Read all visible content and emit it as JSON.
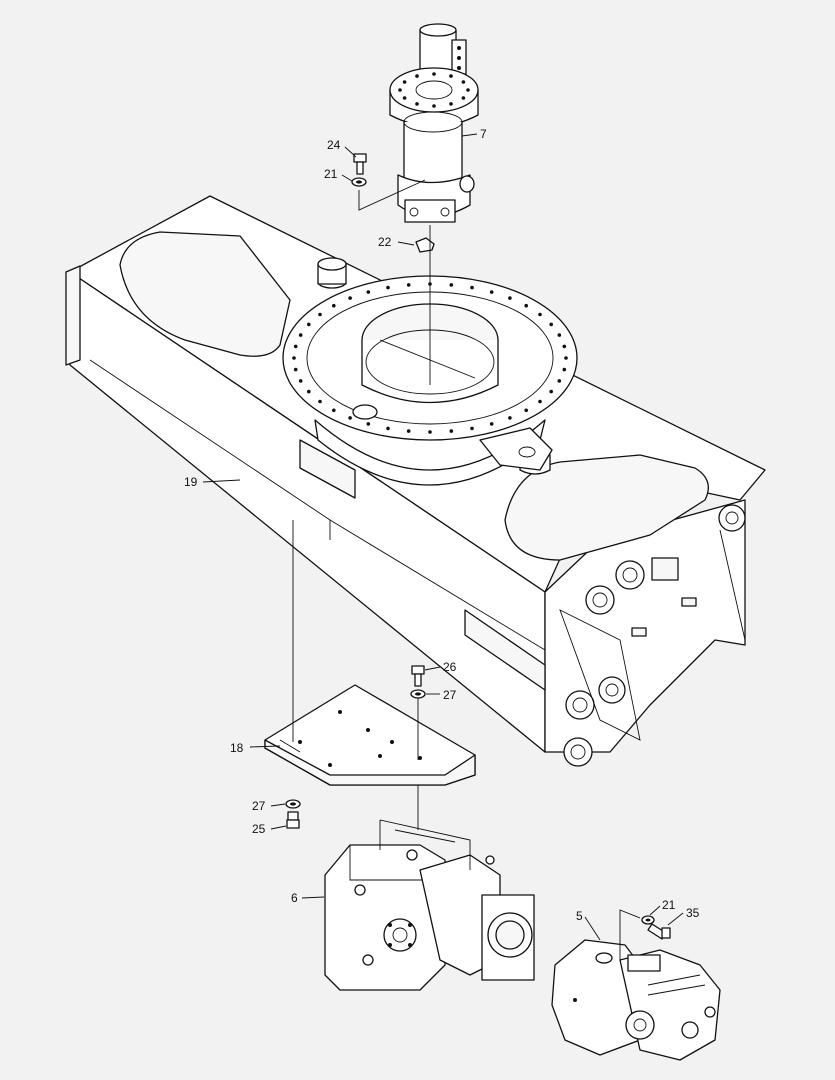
{
  "diagram": {
    "colors": {
      "background": "#f2f2f2",
      "line": "#111111",
      "fill": "#ffffff"
    },
    "callouts": [
      {
        "id": "c7",
        "text": "7"
      },
      {
        "id": "c24",
        "text": "24"
      },
      {
        "id": "c21a",
        "text": "21"
      },
      {
        "id": "c22",
        "text": "22"
      },
      {
        "id": "c19",
        "text": "19"
      },
      {
        "id": "c26",
        "text": "26"
      },
      {
        "id": "c27a",
        "text": "27"
      },
      {
        "id": "c18",
        "text": "18"
      },
      {
        "id": "c27b",
        "text": "27"
      },
      {
        "id": "c25",
        "text": "25"
      },
      {
        "id": "c6",
        "text": "6"
      },
      {
        "id": "c5",
        "text": "5"
      },
      {
        "id": "c21b",
        "text": "21"
      },
      {
        "id": "c35",
        "text": "35"
      }
    ]
  }
}
